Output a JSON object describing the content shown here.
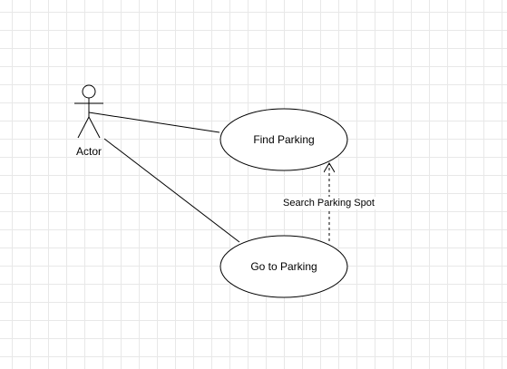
{
  "actor": {
    "label": "Actor"
  },
  "use_cases": [
    {
      "label": "Find Parking"
    },
    {
      "label": "Go to Parking"
    }
  ],
  "relationship": {
    "label": "Search Parking Spot"
  },
  "colors": {
    "stroke": "#000000",
    "grid": "#e8e8e8",
    "background": "#ffffff"
  }
}
